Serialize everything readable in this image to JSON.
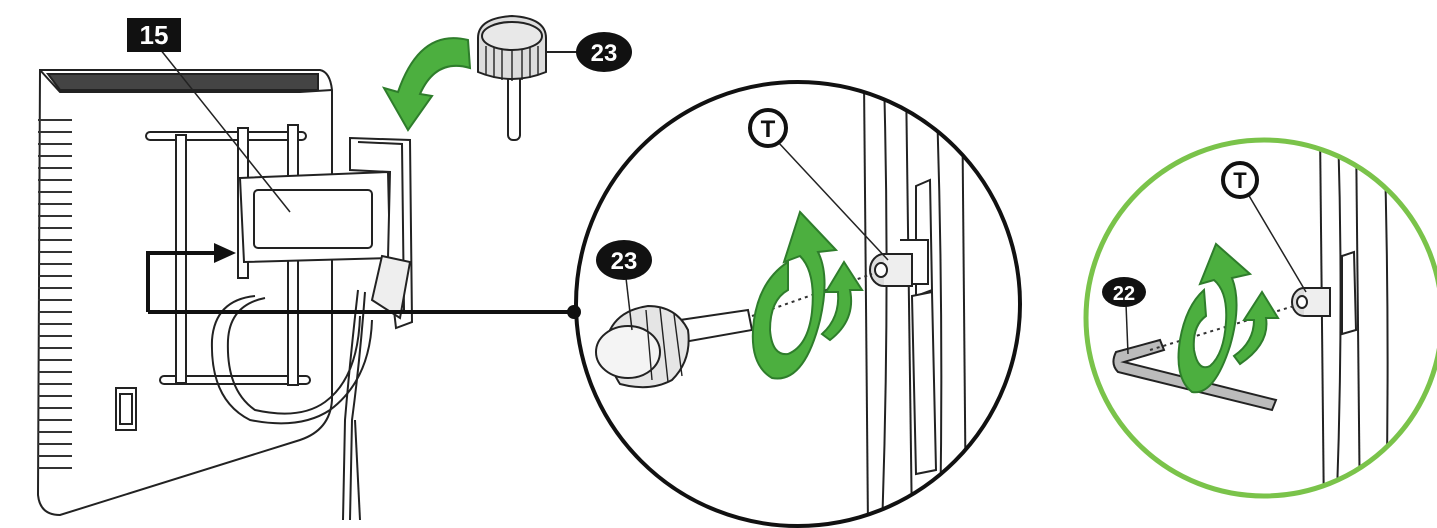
{
  "callouts": {
    "bracket_box": "15",
    "knob_top": "23",
    "knob_detail": "23",
    "wrench_detail": "22",
    "t_main": "T",
    "t_green": "T"
  },
  "colors": {
    "green_arrow": "#4caf3f",
    "green_arrow_stroke": "#2e7d2b",
    "detail_circle_green": "#7ac34a",
    "line_art": "#222222"
  },
  "icons": [
    "curved-arrow-icon",
    "rotate-clockwise-icon",
    "knob-screw-icon",
    "allen-key-icon"
  ]
}
